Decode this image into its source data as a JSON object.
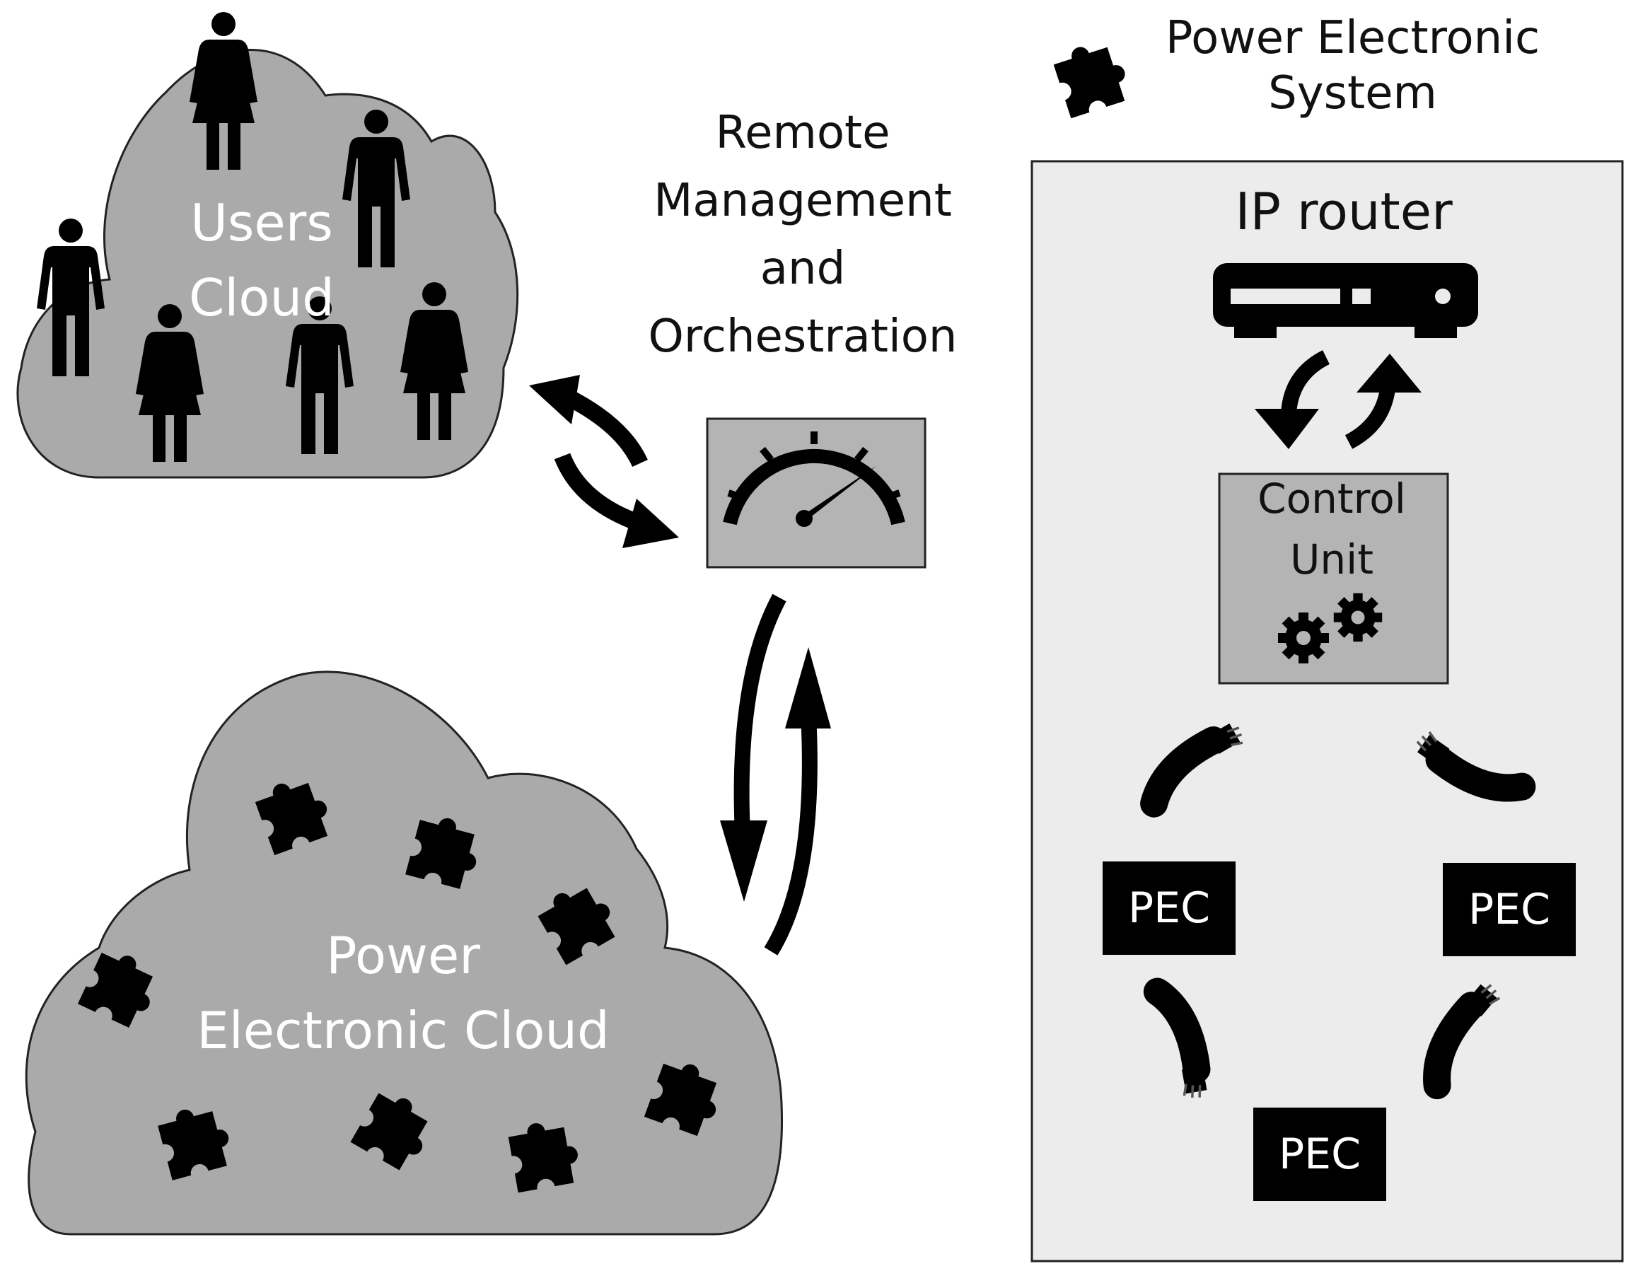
{
  "legend": {
    "icon": "puzzle-icon",
    "line1": "Power Electronic",
    "line2": "System"
  },
  "users_cloud": {
    "line1": "Users",
    "line2": "Cloud",
    "people_icon": "person-icon"
  },
  "remote": {
    "line1": "Remote",
    "line2": "Management",
    "line3": "and",
    "line4": "Orchestration",
    "icon": "gauge-icon"
  },
  "pe_cloud": {
    "line1": "Power",
    "line2": "Electronic Cloud",
    "icon": "puzzle-icon"
  },
  "system": {
    "router_label": "IP router",
    "router_icon": "router-icon",
    "control_line1": "Control",
    "control_line2": "Unit",
    "control_icon": "gears-icon",
    "pec": [
      "PEC",
      "PEC",
      "PEC"
    ],
    "cable_icon": "cable-icon"
  },
  "colors": {
    "cloud_fill": "#aaaaaa",
    "panel_fill": "#ececec",
    "box_fill": "#b4b4b4",
    "ink": "#000000"
  }
}
